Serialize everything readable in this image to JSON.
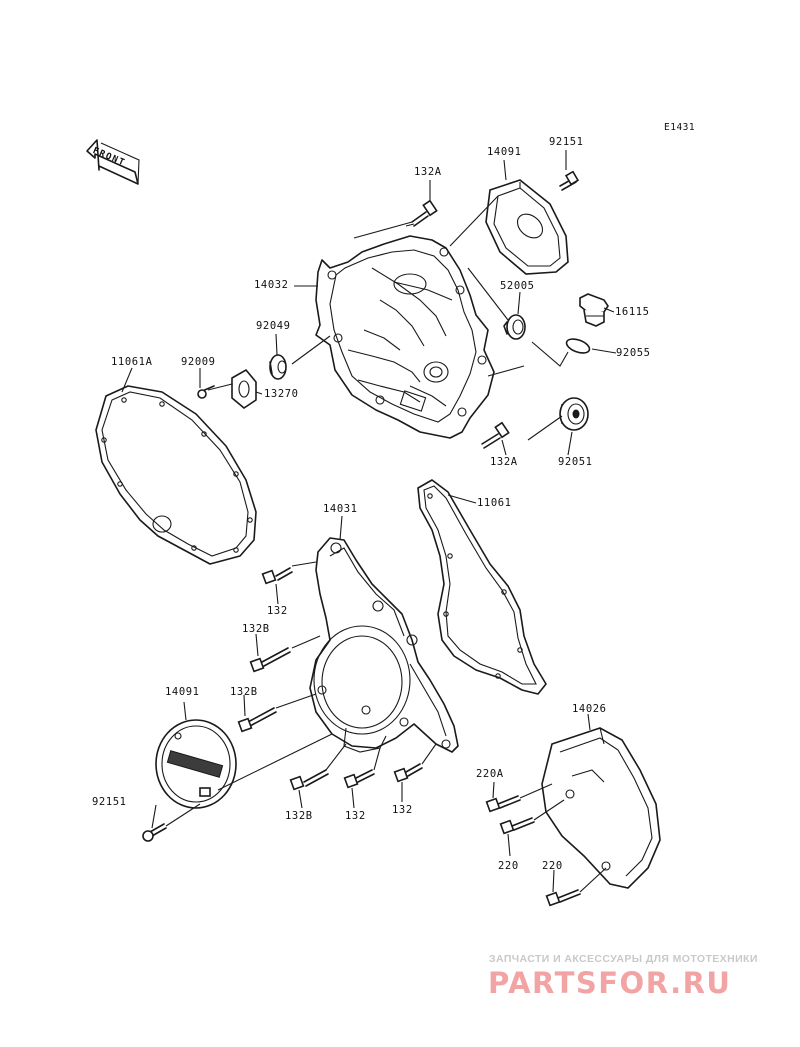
{
  "diagram": {
    "code": "E1431",
    "front_label": "FRONT",
    "parts": [
      {
        "id": "14091-top",
        "text": "14091"
      },
      {
        "id": "92151-top",
        "text": "92151"
      },
      {
        "id": "132A-top",
        "text": "132A"
      },
      {
        "id": "14032",
        "text": "14032"
      },
      {
        "id": "52005",
        "text": "52005"
      },
      {
        "id": "16115",
        "text": "16115"
      },
      {
        "id": "92049",
        "text": "92049"
      },
      {
        "id": "92055",
        "text": "92055"
      },
      {
        "id": "11061A",
        "text": "11061A"
      },
      {
        "id": "92009",
        "text": "92009"
      },
      {
        "id": "13270",
        "text": "13270"
      },
      {
        "id": "132A-bottom",
        "text": "132A"
      },
      {
        "id": "92051",
        "text": "92051"
      },
      {
        "id": "14031",
        "text": "14031"
      },
      {
        "id": "11061",
        "text": "11061"
      },
      {
        "id": "132-top",
        "text": "132"
      },
      {
        "id": "132B-upper",
        "text": "132B"
      },
      {
        "id": "14091-bottom",
        "text": "14091"
      },
      {
        "id": "132B-middle",
        "text": "132B"
      },
      {
        "id": "14026",
        "text": "14026"
      },
      {
        "id": "220A",
        "text": "220A"
      },
      {
        "id": "92151-bottom",
        "text": "92151"
      },
      {
        "id": "132B-lower",
        "text": "132B"
      },
      {
        "id": "132-left",
        "text": "132"
      },
      {
        "id": "132-right",
        "text": "132"
      },
      {
        "id": "220-upper",
        "text": "220"
      },
      {
        "id": "220-lower",
        "text": "220"
      }
    ]
  },
  "watermark": {
    "tagline": "ЗАПЧАСТИ И АКСЕССУАРЫ ДЛЯ МОТОТЕХНИКИ",
    "logo": "PARTSFOR.RU"
  }
}
